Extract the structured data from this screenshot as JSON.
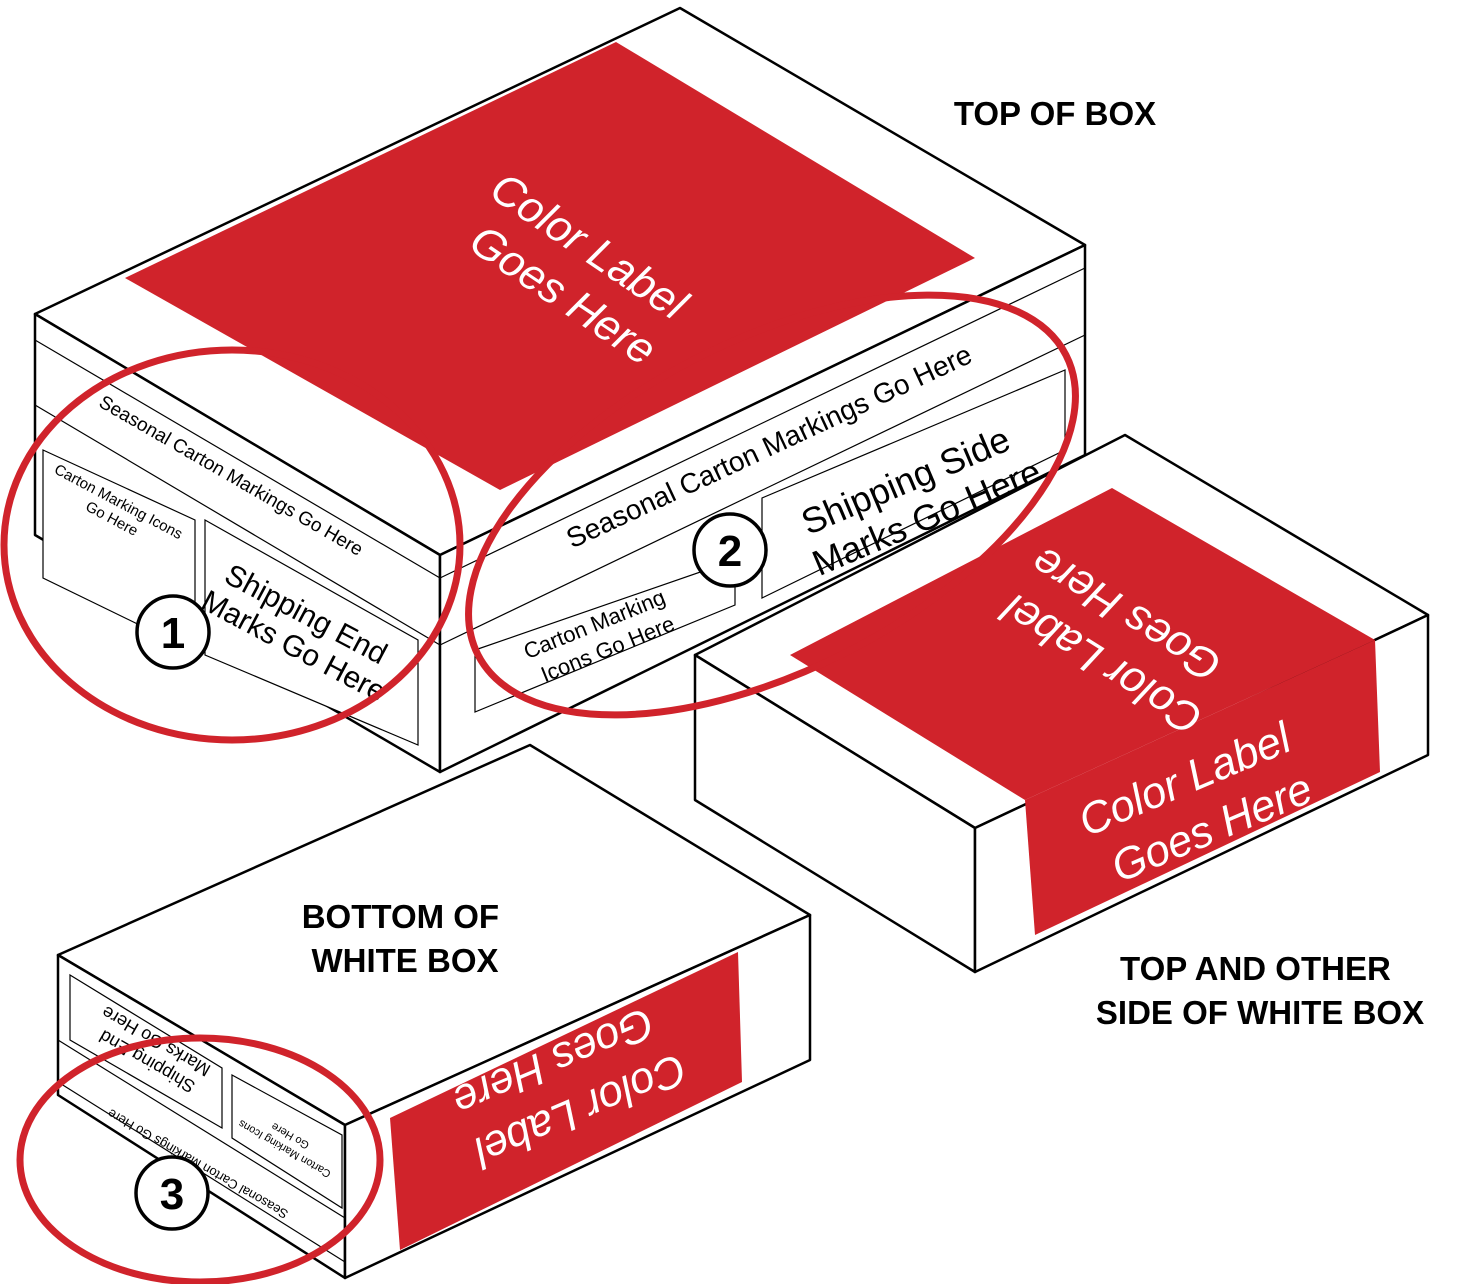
{
  "colors": {
    "accent_red": "#d0232b",
    "outline": "#000000",
    "box": "#ffffff"
  },
  "captions": {
    "top_of_box": "TOP OF BOX",
    "bottom_of_white_box": [
      "BOTTOM OF",
      "WHITE BOX"
    ],
    "top_and_other_side": [
      "TOP AND OTHER",
      "SIDE OF WHITE BOX"
    ]
  },
  "labels": {
    "color_label": [
      "Color Label",
      "Goes Here"
    ],
    "seasonal_markings": "Seasonal Carton Markings Go Here",
    "marking_icons_end": [
      "Carton Marking Icons",
      "Go Here"
    ],
    "shipping_end": [
      "Shipping End",
      "Marks Go Here"
    ],
    "marking_icons_side": [
      "Carton Marking",
      "Icons Go Here"
    ],
    "shipping_side": [
      "Shipping Side",
      "Marks Go Here"
    ]
  },
  "callouts": [
    "1",
    "2",
    "3"
  ]
}
